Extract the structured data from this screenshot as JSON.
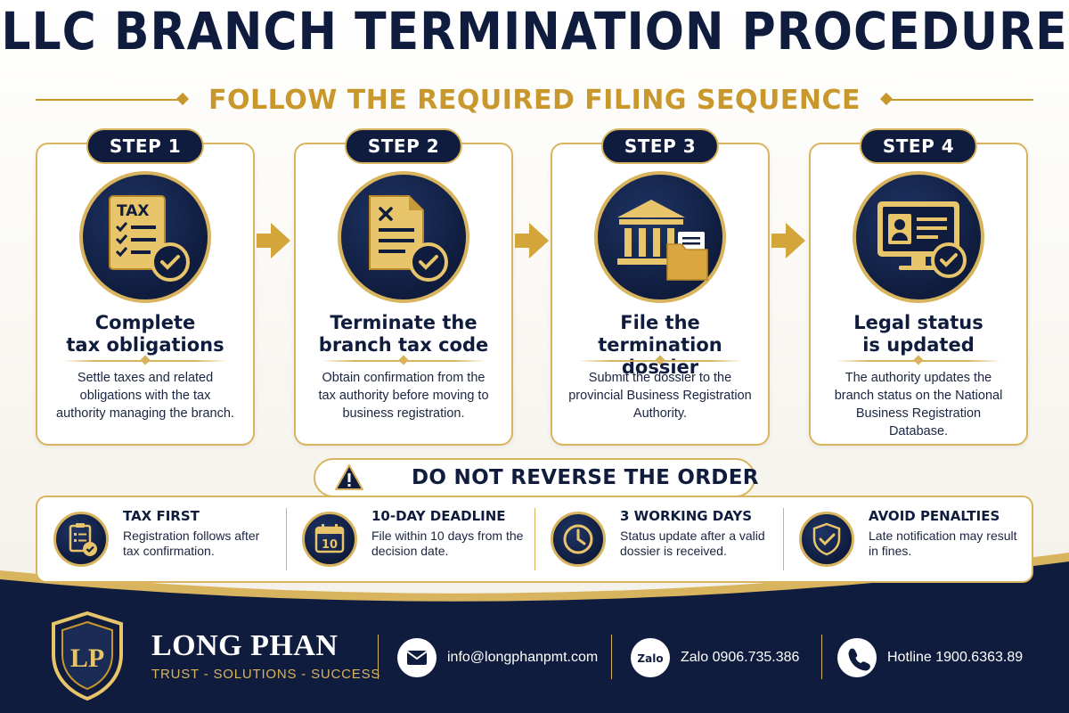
{
  "header": {
    "title": "LLC BRANCH TERMINATION PROCEDURE",
    "subtitle": "FOLLOW THE REQUIRED FILING SEQUENCE"
  },
  "steps": [
    {
      "badge": "STEP 1",
      "icon": "tax-document-check-icon",
      "icon_text": "TAX",
      "title_line1": "Complete",
      "title_line2": "tax obligations",
      "desc": "Settle taxes and related obligations with the tax authority managing the branch."
    },
    {
      "badge": "STEP 2",
      "icon": "cancelled-document-check-icon",
      "title_line1": "Terminate the",
      "title_line2": "branch tax code",
      "desc": "Obtain confirmation from the tax authority before moving to business registration."
    },
    {
      "badge": "STEP 3",
      "icon": "government-building-folder-icon",
      "title_line1": "File the",
      "title_line2": "termination dossier",
      "desc": "Submit the dossier to the provincial Business Registration Authority."
    },
    {
      "badge": "STEP 4",
      "icon": "computer-profile-check-icon",
      "title_line1": "Legal status",
      "title_line2": "is updated",
      "desc": "The authority updates the branch status on the National Business Registration Database."
    }
  ],
  "warning": {
    "icon": "warning-triangle-icon",
    "text": "DO NOT REVERSE THE ORDER"
  },
  "info": [
    {
      "icon": "clipboard-check-icon",
      "title": "TAX FIRST",
      "desc": "Registration follows after tax confirmation."
    },
    {
      "icon": "calendar-icon",
      "icon_text": "10",
      "title": "10-DAY DEADLINE",
      "desc": "File within 10 days from the decision date."
    },
    {
      "icon": "clock-icon",
      "title": "3 WORKING DAYS",
      "desc": "Status update after a valid dossier is received."
    },
    {
      "icon": "shield-check-icon",
      "title": "AVOID PENALTIES",
      "desc": "Late notification may result in fines."
    }
  ],
  "footer": {
    "brand": "LONG PHAN",
    "slogan": "TRUST - SOLUTIONS - SUCCESS",
    "logo_text": "LP",
    "email_icon": "email-icon",
    "email": "info@longphanpmt.com",
    "zalo_icon": "zalo-icon",
    "zalo_icon_text": "Zalo",
    "zalo": "Zalo 0906.735.386",
    "phone_icon": "phone-icon",
    "hotline": "Hotline 1900.6363.89"
  },
  "colors": {
    "navy": "#0f1c3d",
    "gold": "#d9b45e",
    "gold_dark": "#c9982c",
    "white": "#ffffff"
  }
}
